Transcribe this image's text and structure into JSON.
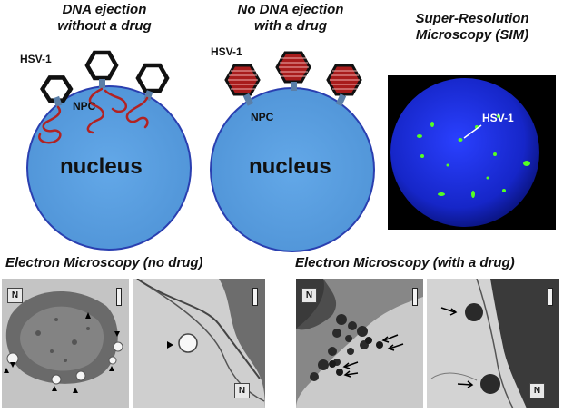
{
  "titles": {
    "left": "DNA ejection\nwithout a drug",
    "middle": "No DNA ejection\nwith a drug",
    "right": "Super-Resolution\nMicroscopy (SIM)"
  },
  "labels": {
    "hsv_left": "HSV-1",
    "hsv_middle": "HSV-1",
    "npc_left": "NPC",
    "npc_middle": "NPC",
    "nucleus_left": "nucleus",
    "nucleus_middle": "nucleus",
    "sim_hsv": "HSV-1"
  },
  "em": {
    "left_title": "Electron Microscopy (no drug)",
    "right_title": "Electron Microscopy (with a drug)",
    "n_label": "N"
  },
  "colors": {
    "nucleus_fill": "#5a9fe0",
    "nucleus_edge": "#2a3fb0",
    "dna": "#b22222",
    "capsid_edge": "#111111",
    "npc": "#5a7fa8",
    "sim_bg": "#000000",
    "sim_sphere": "#1a2fd6",
    "sim_spots": "#55ff22"
  }
}
